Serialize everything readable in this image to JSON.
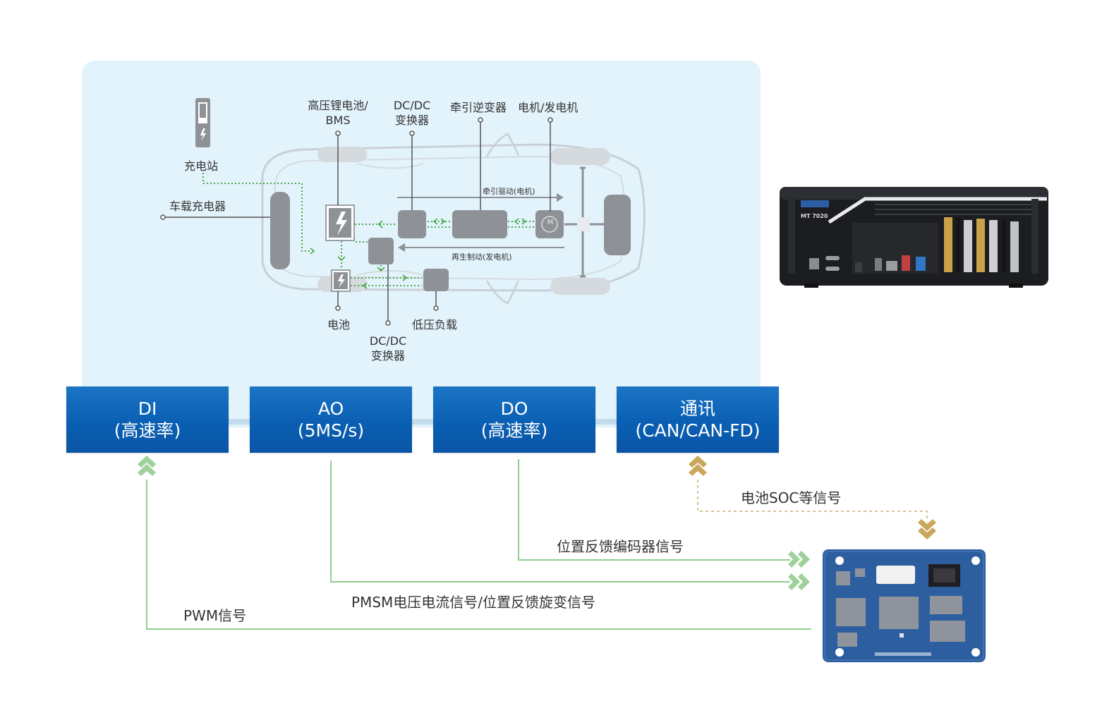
{
  "vehicle": {
    "charging_station": "充电站",
    "onboard_charger": "车载充电器",
    "hv_battery_line1": "高压锂电池/",
    "hv_battery_line2": "BMS",
    "dcdc_top_line1": "DC/DC",
    "dcdc_top_line2": "变换器",
    "traction_inverter": "牵引逆变器",
    "motor_generator": "电机/发电机",
    "traction_drive": "牵引驱动(电机)",
    "regen_braking": "再生制动(发电机)",
    "battery": "电池",
    "low_voltage_load": "低压负载",
    "dcdc_bottom_line1": "DC/DC",
    "dcdc_bottom_line2": "变换器",
    "motor_symbol": "M"
  },
  "device": {
    "model": "MT 7020"
  },
  "modules": [
    {
      "line1": "DI",
      "line2": "(高速率)"
    },
    {
      "line1": "AO",
      "line2": "(5MS/s)"
    },
    {
      "line1": "DO",
      "line2": "(高速率)"
    },
    {
      "line1": "通讯",
      "line2": "(CAN/CAN-FD)"
    }
  ],
  "signals": {
    "battery_soc": "电池SOC等信号",
    "encoder": "位置反馈编码器信号",
    "pmsm": "PMSM电压电流信号/位置反馈旋变信号",
    "pwm": "PWM信号"
  },
  "colors": {
    "module_blue": "#0a5fb3",
    "signal_green": "#8fcf8f",
    "can_gold": "#c9a85c",
    "board_blue": "#2d5fa0",
    "panel_bg": "#e3f3fb"
  }
}
